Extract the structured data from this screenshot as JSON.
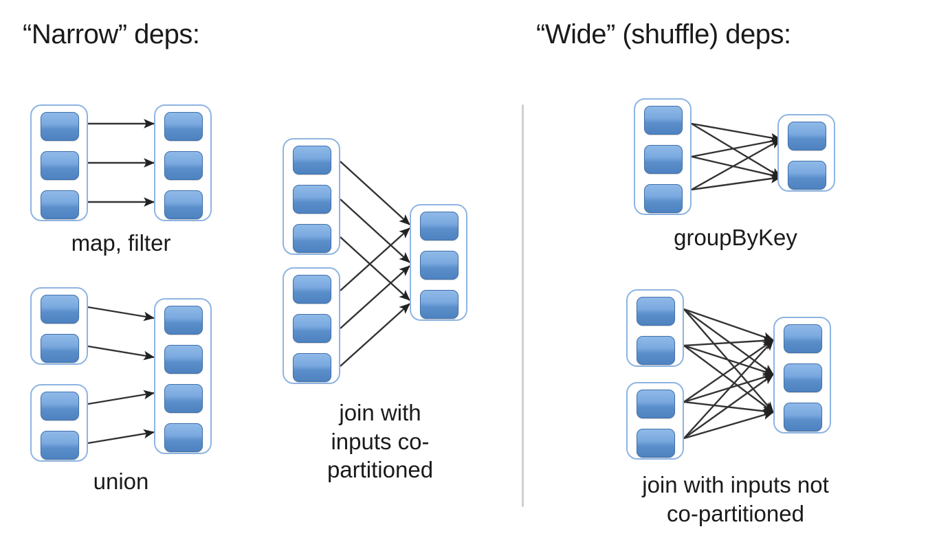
{
  "headings": {
    "narrow": "“Narrow” deps:",
    "wide": "“Wide” (shuffle) deps:"
  },
  "colors": {
    "block_top": "#8FB9E8",
    "block_bottom": "#4E82C0",
    "block_border": "#3E6FAA",
    "container_border": "#8DB4E2",
    "arrow": "#333333",
    "divider": "#cfcfcf",
    "background": "#ffffff",
    "text": "#1a1a1a"
  },
  "divider": {
    "present": true,
    "orientation": "vertical"
  },
  "diagrams": [
    {
      "id": "map-filter",
      "side": "narrow",
      "caption": "map, filter",
      "source_groups": [
        {
          "partitions": 3
        }
      ],
      "target_groups": [
        {
          "partitions": 3
        }
      ],
      "edge_count": 3,
      "edge_pattern": "one-to-one"
    },
    {
      "id": "union",
      "side": "narrow",
      "caption": "union",
      "source_groups": [
        {
          "partitions": 2
        },
        {
          "partitions": 2
        }
      ],
      "target_groups": [
        {
          "partitions": 4
        }
      ],
      "edge_count": 4,
      "edge_pattern": "one-to-one"
    },
    {
      "id": "join-co-partitioned",
      "side": "narrow",
      "caption": "join with\ninputs co-\npartitioned",
      "source_groups": [
        {
          "partitions": 3
        },
        {
          "partitions": 3
        }
      ],
      "target_groups": [
        {
          "partitions": 3
        }
      ],
      "edge_count": 6,
      "edge_pattern": "co-partitioned one-to-one per input"
    },
    {
      "id": "group-by-key",
      "side": "wide",
      "caption": "groupByKey",
      "source_groups": [
        {
          "partitions": 3
        }
      ],
      "target_groups": [
        {
          "partitions": 2
        }
      ],
      "edge_count": 6,
      "edge_pattern": "all-to-all shuffle"
    },
    {
      "id": "join-not-co-partitioned",
      "side": "wide",
      "caption": "join with inputs not\nco-partitioned",
      "source_groups": [
        {
          "partitions": 2
        },
        {
          "partitions": 2
        }
      ],
      "target_groups": [
        {
          "partitions": 3
        }
      ],
      "edge_count": 12,
      "edge_pattern": "all-to-all shuffle"
    }
  ]
}
